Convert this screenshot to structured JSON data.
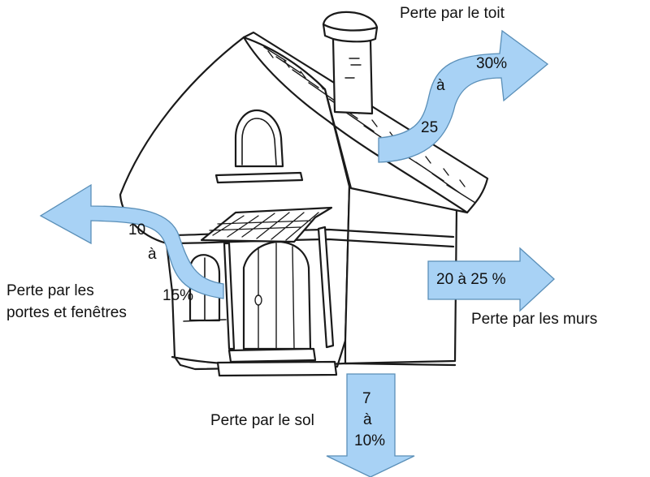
{
  "colors": {
    "arrow_fill": "#a8d2f5",
    "arrow_stroke": "#5a8fb8",
    "line": "#1a1a1a",
    "background": "#ffffff"
  },
  "roof": {
    "label": "Perte par le toit",
    "from": "25",
    "sep": "à",
    "to": "30%"
  },
  "openings": {
    "label_line1": "Perte par les",
    "label_line2": "portes et fenêtres",
    "from": "10",
    "sep": "à",
    "to": "15%"
  },
  "walls": {
    "label": "Perte par les murs",
    "value": "20 à 25 %"
  },
  "floor": {
    "label": "Perte par le sol",
    "from": "7",
    "sep": "à",
    "to": "10%"
  }
}
